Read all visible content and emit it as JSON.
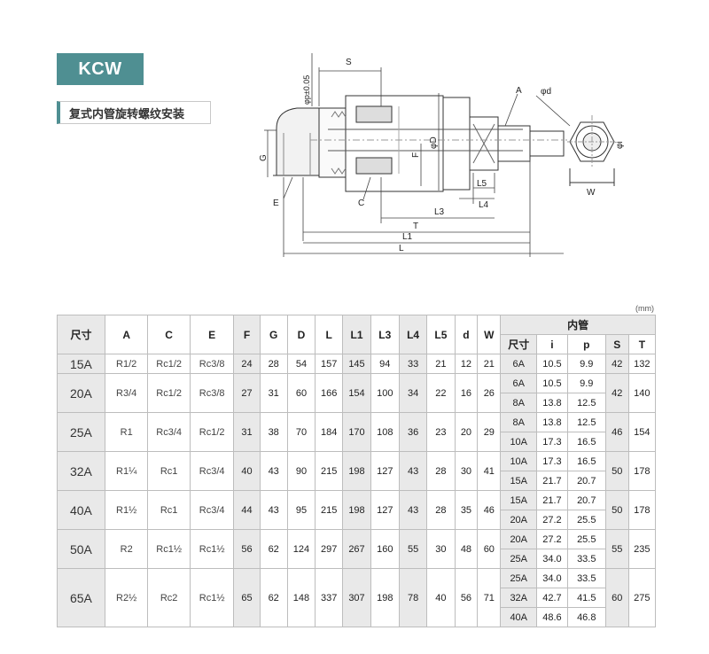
{
  "model": "KCW",
  "subtitle": "复式内管旋转螺纹安装",
  "unit": "(mm)",
  "drawing_labels": {
    "S": "S",
    "A": "A",
    "phi_d": "φd",
    "phi_pt": "φp±0.05",
    "phi_D": "φD",
    "F": "F",
    "G": "G",
    "E": "E",
    "C": "C",
    "L5": "L5",
    "L4": "L4",
    "L3": "L3",
    "T": "T",
    "L1": "L1",
    "L": "L",
    "phi_i": "φi",
    "W": "W"
  },
  "table": {
    "headers": {
      "size": "尺寸",
      "A": "A",
      "C": "C",
      "E": "E",
      "F": "F",
      "G": "G",
      "D": "D",
      "L": "L",
      "L1": "L1",
      "L3": "L3",
      "L4": "L4",
      "L5": "L5",
      "d": "d",
      "W": "W",
      "inner": "内管",
      "inner_size": "尺寸",
      "i": "i",
      "p": "p",
      "S": "S",
      "T": "T"
    },
    "rows": [
      {
        "size": "15A",
        "A": "R1/2",
        "C": "Rc1/2",
        "E": "Rc3/8",
        "F": "24",
        "G": "28",
        "D": "54",
        "L": "157",
        "L1": "145",
        "L3": "94",
        "L4": "33",
        "L5": "21",
        "d": "12",
        "W": "21",
        "S": "42",
        "T": "132",
        "inner": [
          {
            "size": "6A",
            "i": "10.5",
            "p": "9.9"
          }
        ]
      },
      {
        "size": "20A",
        "A": "R3/4",
        "C": "Rc1/2",
        "E": "Rc3/8",
        "F": "27",
        "G": "31",
        "D": "60",
        "L": "166",
        "L1": "154",
        "L3": "100",
        "L4": "34",
        "L5": "22",
        "d": "16",
        "W": "26",
        "S": "42",
        "T": "140",
        "inner": [
          {
            "size": "6A",
            "i": "10.5",
            "p": "9.9"
          },
          {
            "size": "8A",
            "i": "13.8",
            "p": "12.5"
          }
        ]
      },
      {
        "size": "25A",
        "A": "R1",
        "C": "Rc3/4",
        "E": "Rc1/2",
        "F": "31",
        "G": "38",
        "D": "70",
        "L": "184",
        "L1": "170",
        "L3": "108",
        "L4": "36",
        "L5": "23",
        "d": "20",
        "W": "29",
        "S": "46",
        "T": "154",
        "inner": [
          {
            "size": "8A",
            "i": "13.8",
            "p": "12.5"
          },
          {
            "size": "10A",
            "i": "17.3",
            "p": "16.5"
          }
        ]
      },
      {
        "size": "32A",
        "A": "R1¼",
        "C": "Rc1",
        "E": "Rc3/4",
        "F": "40",
        "G": "43",
        "D": "90",
        "L": "215",
        "L1": "198",
        "L3": "127",
        "L4": "43",
        "L5": "28",
        "d": "30",
        "W": "41",
        "S": "50",
        "T": "178",
        "inner": [
          {
            "size": "10A",
            "i": "17.3",
            "p": "16.5"
          },
          {
            "size": "15A",
            "i": "21.7",
            "p": "20.7"
          }
        ]
      },
      {
        "size": "40A",
        "A": "R1½",
        "C": "Rc1",
        "E": "Rc3/4",
        "F": "44",
        "G": "43",
        "D": "95",
        "L": "215",
        "L1": "198",
        "L3": "127",
        "L4": "43",
        "L5": "28",
        "d": "35",
        "W": "46",
        "S": "50",
        "T": "178",
        "inner": [
          {
            "size": "15A",
            "i": "21.7",
            "p": "20.7"
          },
          {
            "size": "20A",
            "i": "27.2",
            "p": "25.5"
          }
        ]
      },
      {
        "size": "50A",
        "A": "R2",
        "C": "Rc1½",
        "E": "Rc1½",
        "F": "56",
        "G": "62",
        "D": "124",
        "L": "297",
        "L1": "267",
        "L3": "160",
        "L4": "55",
        "L5": "30",
        "d": "48",
        "W": "60",
        "S": "55",
        "T": "235",
        "inner": [
          {
            "size": "20A",
            "i": "27.2",
            "p": "25.5"
          },
          {
            "size": "25A",
            "i": "34.0",
            "p": "33.5"
          }
        ]
      },
      {
        "size": "65A",
        "A": "R2½",
        "C": "Rc2",
        "E": "Rc1½",
        "F": "65",
        "G": "62",
        "D": "148",
        "L": "337",
        "L1": "307",
        "L3": "198",
        "L4": "78",
        "L5": "40",
        "d": "56",
        "W": "71",
        "S": "60",
        "T": "275",
        "inner": [
          {
            "size": "25A",
            "i": "34.0",
            "p": "33.5"
          },
          {
            "size": "32A",
            "i": "42.7",
            "p": "41.5"
          },
          {
            "size": "40A",
            "i": "48.6",
            "p": "46.8"
          }
        ]
      }
    ]
  }
}
